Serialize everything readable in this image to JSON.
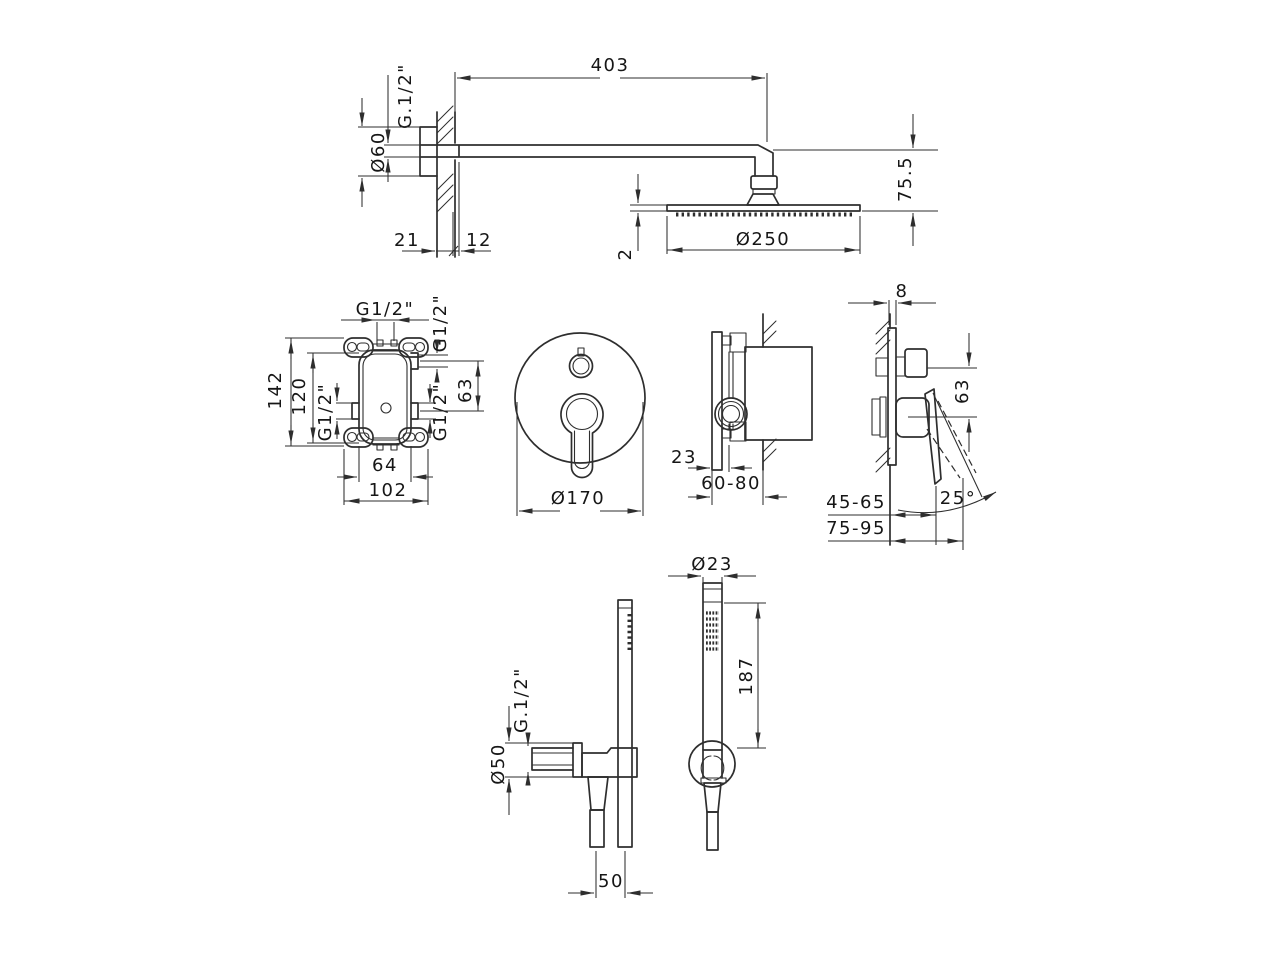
{
  "drawing": {
    "colors": {
      "background": "#ffffff",
      "line": "#2e2e2e"
    },
    "views": {
      "overhead": {
        "arm_length": "403",
        "arm_thread": "G.1/2\"",
        "rose_diameter": "Ø60",
        "flange_depth": "21",
        "wall_depth": "12",
        "head_thickness": "2",
        "head_diameter": "Ø250",
        "head_drop": "75.5"
      },
      "mixer_front": {
        "thread_top": "G1/2\"",
        "thread_top_right": "G1/2\"",
        "thread_left": "G1/2\"",
        "thread_right": "G1/2\"",
        "height_overall": "142",
        "height_body": "120",
        "port_offset": "63",
        "width_body": "64",
        "width_overall": "102"
      },
      "trim_front": {
        "plate_diameter": "Ø170"
      },
      "mixer_side": {
        "front_depth": "23",
        "recess_depth": "60-80"
      },
      "trim_side": {
        "plate_thickness": "8",
        "knob_to_lever": "63",
        "projection_closed": "45-65",
        "projection_open": "75-95",
        "lever_swing": "25°"
      },
      "handshower_side": {
        "outlet_thread": "G.1/2\"",
        "rose_diameter": "Ø50",
        "axis_distance": "50"
      },
      "handshower_front": {
        "handle_diameter": "Ø23",
        "handle_length": "187"
      }
    }
  }
}
